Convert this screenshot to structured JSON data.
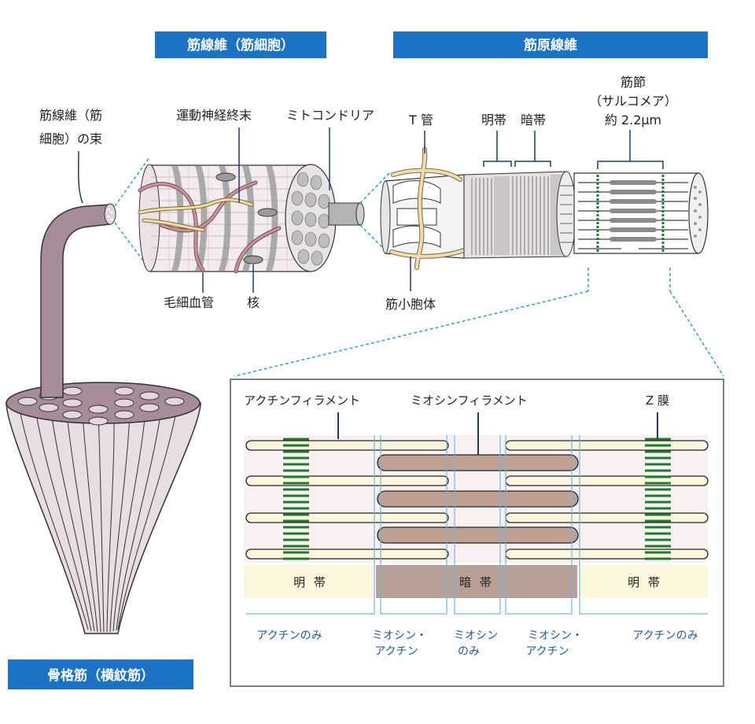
{
  "headers": {
    "fiber": "筋線維（筋細胞）",
    "myofibril": "筋原線維",
    "skeletal": "骨格筋（横紋筋）"
  },
  "labels": {
    "bundle_line1": "筋線維（筋",
    "bundle_line2": "細胞）の束",
    "motor_nerve": "運動神経終末",
    "mitochondria": "ミトコンドリア",
    "t_tubule": "T 管",
    "light_band": "明帯",
    "dark_band": "暗帯",
    "sarcomere_line1": "筋節",
    "sarcomere_line2": "（サルコメア）",
    "sarcomere_line3": "約 2.2μm",
    "capillary": "毛細血管",
    "nucleus": "核",
    "sarcoplasmic": "筋小胞体"
  },
  "detail": {
    "actin_filament": "アクチンフィラメント",
    "myosin_filament": "ミオシンフィラメント",
    "z_membrane": "Z 膜",
    "band_light_left": "明 帯",
    "band_dark": "暗 帯",
    "band_light_right": "明 帯",
    "bottom_actin_left": "アクチンのみ",
    "bottom_myosin_actin_left_1": "ミオシン・",
    "bottom_myosin_actin_left_2": "アクチン",
    "bottom_myosin_only_1": "ミオシン",
    "bottom_myosin_only_2": "のみ",
    "bottom_myosin_actin_right_1": "ミオシン・",
    "bottom_myosin_actin_right_2": "アクチン",
    "bottom_actin_right": "アクチンのみ"
  },
  "colors": {
    "header_blue": "#1a73c4",
    "dashed_blue": "#2a9fd6",
    "myosin_brown": "#c0a090",
    "actin_cream": "#fbf7dc",
    "z_green": "#1e7a2e",
    "light_band_fill": "#fbf7dc",
    "dark_band_fill": "#b9a096"
  }
}
